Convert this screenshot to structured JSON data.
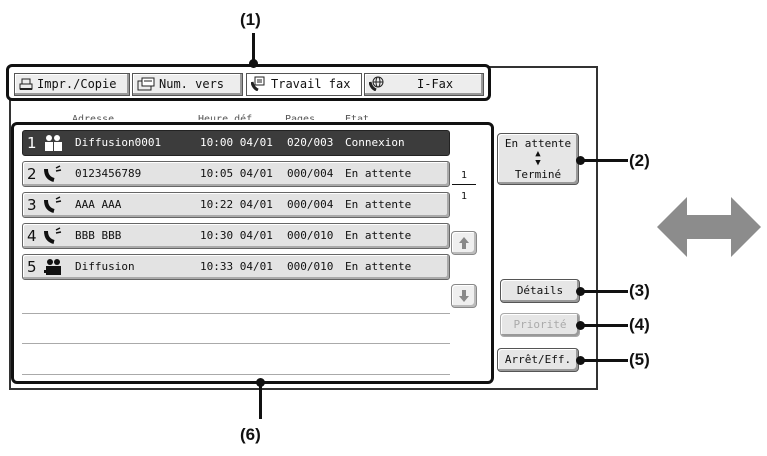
{
  "callouts": [
    "(1)",
    "(2)",
    "(3)",
    "(4)",
    "(5)",
    "(6)"
  ],
  "tabs": [
    {
      "label": "Impr./Copie",
      "icon": "printer-icon"
    },
    {
      "label": "Num. vers",
      "icon": "scan-icon"
    },
    {
      "label": "Travail fax",
      "icon": "fax-icon",
      "active": true
    },
    {
      "label": "I-Fax",
      "icon": "internet-fax-icon"
    }
  ],
  "columns": [
    "Adresse",
    "Heure déf.",
    "Pages",
    "Etat"
  ],
  "jobs": [
    {
      "num": "1",
      "icon": "broadcast-icon",
      "address": "Diffusion0001",
      "time": "10:00 04/01",
      "pages": "020/003",
      "status": "Connexion",
      "selected": true
    },
    {
      "num": "2",
      "icon": "fax-icon",
      "address": "0123456789",
      "time": "10:05 04/01",
      "pages": "000/004",
      "status": "En attente"
    },
    {
      "num": "3",
      "icon": "fax-icon",
      "address": "AAA AAA",
      "time": "10:22 04/01",
      "pages": "000/004",
      "status": "En attente"
    },
    {
      "num": "4",
      "icon": "fax-icon",
      "address": "BBB BBB",
      "time": "10:30 04/01",
      "pages": "000/010",
      "status": "En attente"
    },
    {
      "num": "5",
      "icon": "broadcast-icon",
      "address": "Diffusion",
      "time": "10:33 04/01",
      "pages": "000/010",
      "status": "En attente"
    }
  ],
  "pager": {
    "current": "1",
    "total": "1"
  },
  "toggle": {
    "top": "En attente",
    "bottom": "Terminé"
  },
  "buttons": {
    "details": "Détails",
    "priority": "Priorité",
    "stop": "Arrêt/Eff."
  }
}
